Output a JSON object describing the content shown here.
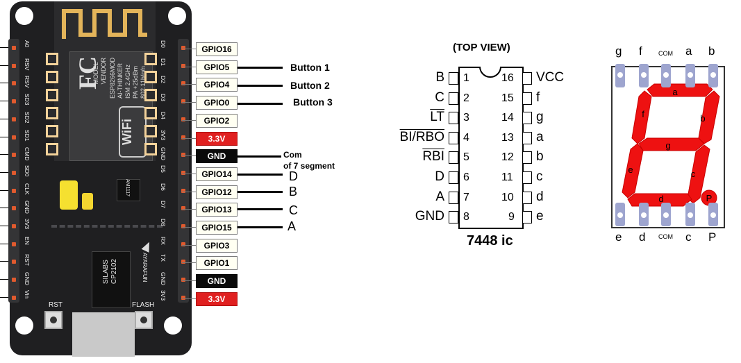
{
  "board": {
    "module_model": "MODEL\nVENDOR",
    "module_text": "ESP8266MOD\nAI-THINKER\nISM 2.4GHz\nPA +25dBm\n802.11b/g/n",
    "fc_logo": "FC",
    "wifi_logo": "WiFi",
    "chip_text": "SILABS\nCP2102",
    "regulator": "AM1117",
    "brand": "AYARAFUN",
    "rst_label": "RST",
    "flash_label": "FLASH",
    "left_pins": [
      "A0",
      "RSV",
      "RSV",
      "SD3",
      "SD2",
      "SD1",
      "CMD",
      "SD0",
      "CLK",
      "GND",
      "3V3",
      "EN",
      "RST",
      "GND",
      "Vin"
    ],
    "right_pins": [
      "D0",
      "D1",
      "D2",
      "D3",
      "D4",
      "3V3",
      "GND",
      "D5",
      "D6",
      "D7",
      "D8",
      "RX",
      "TX",
      "GND",
      "3V3"
    ]
  },
  "tags": [
    {
      "text": "GPIO16",
      "style": "normal"
    },
    {
      "text": "GPIO5",
      "style": "normal"
    },
    {
      "text": "GPIO4",
      "style": "normal"
    },
    {
      "text": "GPIO0",
      "style": "normal"
    },
    {
      "text": "GPIO2",
      "style": "normal"
    },
    {
      "text": "3.3V",
      "style": "red"
    },
    {
      "text": "GND",
      "style": "black"
    },
    {
      "text": "GPIO14",
      "style": "normal"
    },
    {
      "text": "GPIO12",
      "style": "normal"
    },
    {
      "text": "GPIO13",
      "style": "normal"
    },
    {
      "text": "GPIO15",
      "style": "normal"
    },
    {
      "text": "GPIO3",
      "style": "normal"
    },
    {
      "text": "GPIO1",
      "style": "normal"
    },
    {
      "text": "GND",
      "style": "black"
    },
    {
      "text": "3.3V",
      "style": "red"
    }
  ],
  "connections": {
    "button1": "Button 1",
    "button2": "Button 2",
    "button3": "Button 3",
    "com_line1": "Com",
    "com_line2": "of 7 segment",
    "d": "D",
    "b": "B",
    "c": "C",
    "a": "A"
  },
  "ic": {
    "top_view": "(TOP VIEW)",
    "name": "7448 ic",
    "left_pins": [
      {
        "num": "1",
        "sig": "B",
        "over": false
      },
      {
        "num": "2",
        "sig": "C",
        "over": false
      },
      {
        "num": "3",
        "sig": "LT",
        "over": true
      },
      {
        "num": "4",
        "sig": "BI/RBO",
        "over": true
      },
      {
        "num": "5",
        "sig": "RBI",
        "over": true
      },
      {
        "num": "6",
        "sig": "D",
        "over": false
      },
      {
        "num": "7",
        "sig": "A",
        "over": false
      },
      {
        "num": "8",
        "sig": "GND",
        "over": false
      }
    ],
    "right_pins": [
      {
        "num": "16",
        "sig": "VCC"
      },
      {
        "num": "15",
        "sig": "f"
      },
      {
        "num": "14",
        "sig": "g"
      },
      {
        "num": "13",
        "sig": "a"
      },
      {
        "num": "12",
        "sig": "b"
      },
      {
        "num": "11",
        "sig": "c"
      },
      {
        "num": "10",
        "sig": "d"
      },
      {
        "num": "9",
        "sig": "e"
      }
    ]
  },
  "seven_segment": {
    "top_labels": [
      "g",
      "f",
      "COM",
      "a",
      "b"
    ],
    "bottom_labels": [
      "e",
      "d",
      "COM",
      "c",
      "P"
    ],
    "segments": {
      "a": "a",
      "b": "b",
      "c": "c",
      "d": "d",
      "e": "e",
      "f": "f",
      "g": "g",
      "p": "P"
    },
    "segment_color": "#ee1111",
    "pin_color": "#9ea5cf"
  }
}
